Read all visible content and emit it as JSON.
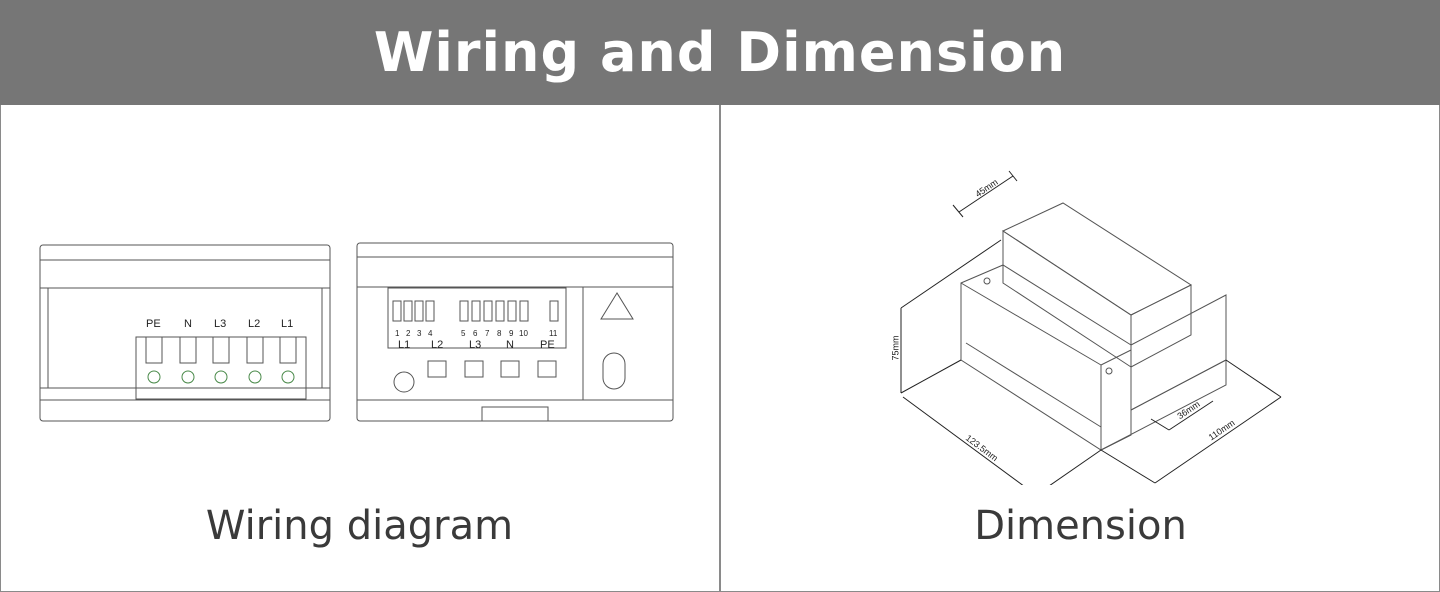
{
  "header": {
    "title": "Wiring and Dimension"
  },
  "wiring_panel": {
    "caption": "Wiring diagram",
    "front_terminals": [
      "PE",
      "N",
      "L3",
      "L2",
      "L1"
    ],
    "rear_numbers": [
      "1",
      "2",
      "3",
      "4",
      "5",
      "6",
      "7",
      "8",
      "9",
      "10",
      "11"
    ],
    "rear_terminals": [
      "L1",
      "L2",
      "L3",
      "N",
      "PE"
    ]
  },
  "dimension_panel": {
    "caption": "Dimension",
    "dimensions": {
      "width": "45mm",
      "height": "75mm",
      "length": "123.5mm",
      "depth": "110mm",
      "inner": "36mm"
    }
  }
}
